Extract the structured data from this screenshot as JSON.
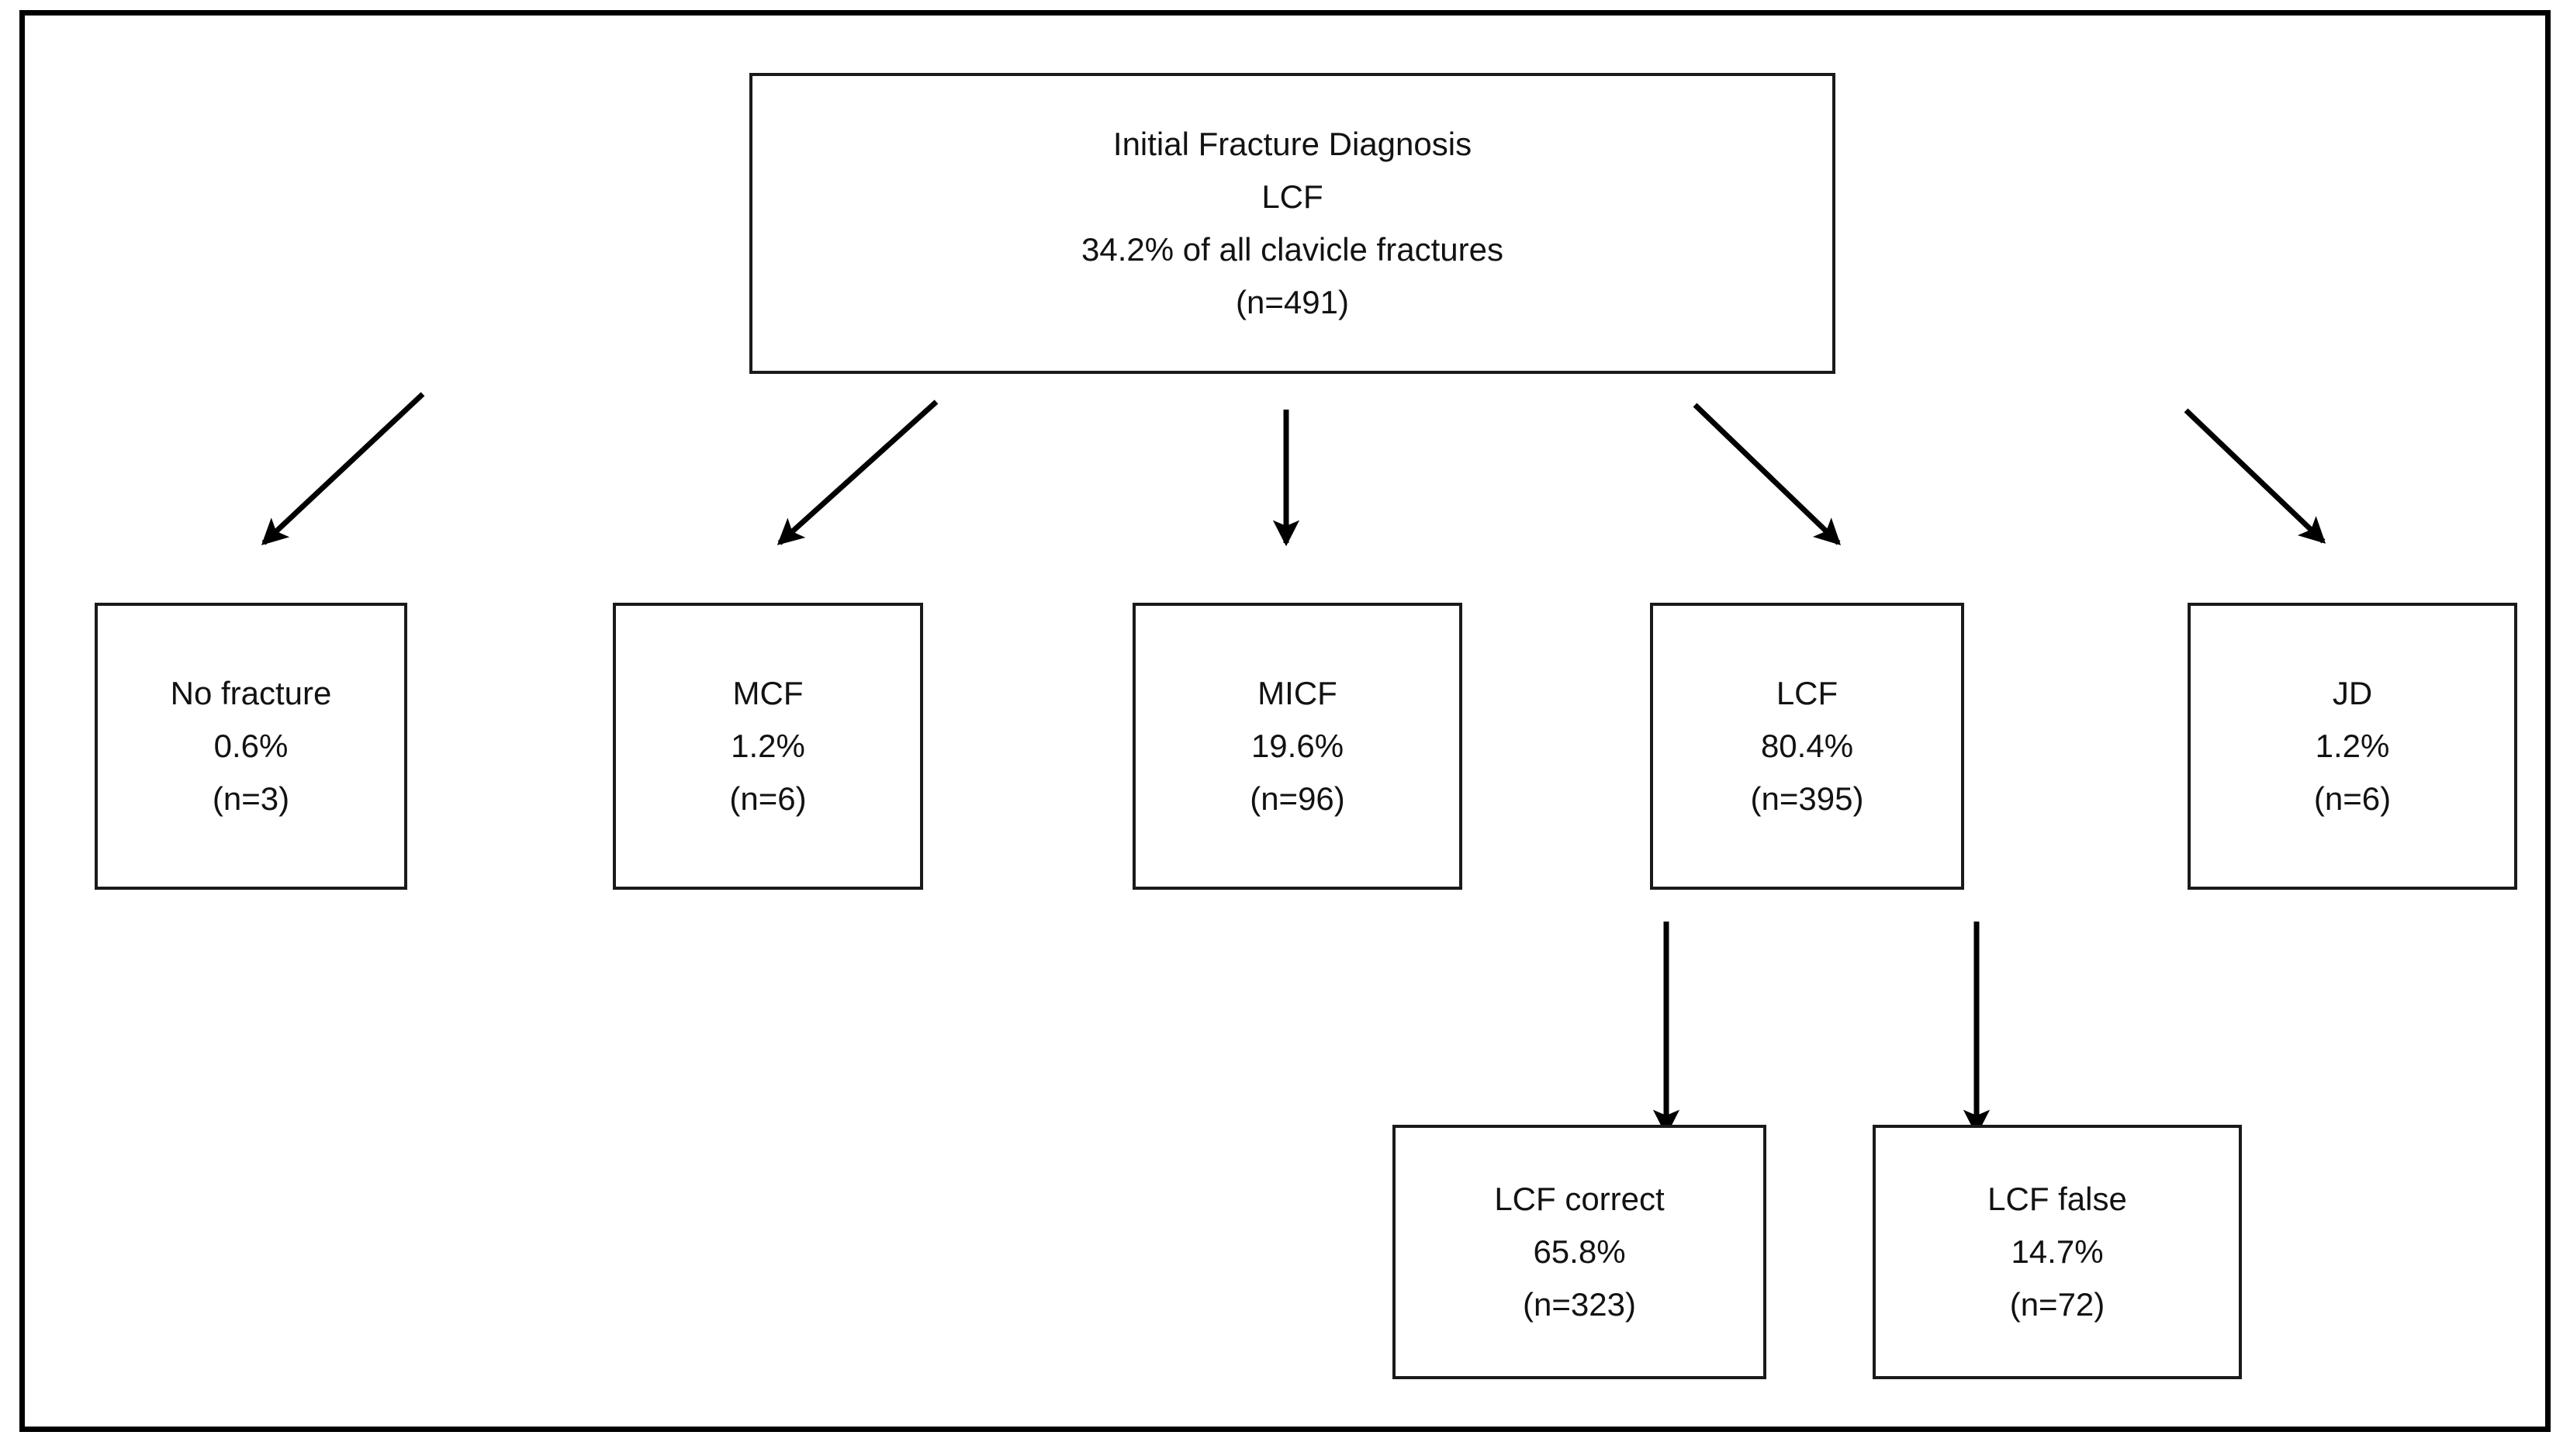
{
  "diagram": {
    "title": "Initial Fracture Diagnosis LCF flowchart",
    "frame_color": "#000000",
    "box_border_color": "#1a1a1a",
    "text_color": "#121212",
    "background_color": "#ffffff"
  },
  "nodes": {
    "root": {
      "id": "root",
      "label": "Initial Fracture Diagnosis",
      "line1": "Initial Fracture Diagnosis",
      "line2": "LCF",
      "line3": "34.2% of all clavicle fractures",
      "line4": "(n=491)",
      "percent": "34.2%",
      "count": "491"
    },
    "no_fracture": {
      "id": "no-fracture",
      "line1": "No fracture",
      "line2": "0.6%",
      "line3": "(n=3)",
      "percent": "0.6%",
      "count": "3"
    },
    "mcf": {
      "id": "mcf",
      "line1": "MCF",
      "line2": "1.2%",
      "line3": "(n=6)",
      "percent": "1.2%",
      "count": "6"
    },
    "micf": {
      "id": "micf",
      "line1": "MICF",
      "line2": "19.6%",
      "line3": "(n=96)",
      "percent": "19.6%",
      "count": "96"
    },
    "lcf": {
      "id": "lcf",
      "line1": "LCF",
      "line2": "80.4%",
      "line3": "(n=395)",
      "percent": "80.4%",
      "count": "395"
    },
    "jd": {
      "id": "jd",
      "line1": "JD",
      "line2": "1.2%",
      "line3": "(n=6)",
      "percent": "1.2%",
      "count": "6"
    },
    "lcf_correct": {
      "id": "lcf-correct",
      "line1": "LCF correct",
      "line2": "65.8%",
      "line3": "(n=323)",
      "percent": "65.8%",
      "count": "323"
    },
    "lcf_false": {
      "id": "lcf-false",
      "line1": "LCF false",
      "line2": "14.7%",
      "line3": "(n=72)",
      "percent": "14.7%",
      "count": "72"
    }
  },
  "edges": [
    {
      "from": "root",
      "to": "no_fracture",
      "style": "diagonal-left"
    },
    {
      "from": "root",
      "to": "mcf",
      "style": "diagonal-left"
    },
    {
      "from": "root",
      "to": "micf",
      "style": "vertical"
    },
    {
      "from": "root",
      "to": "lcf",
      "style": "diagonal-right"
    },
    {
      "from": "root",
      "to": "jd",
      "style": "diagonal-right"
    },
    {
      "from": "lcf",
      "to": "lcf_correct",
      "style": "vertical"
    },
    {
      "from": "lcf",
      "to": "lcf_false",
      "style": "vertical"
    }
  ]
}
